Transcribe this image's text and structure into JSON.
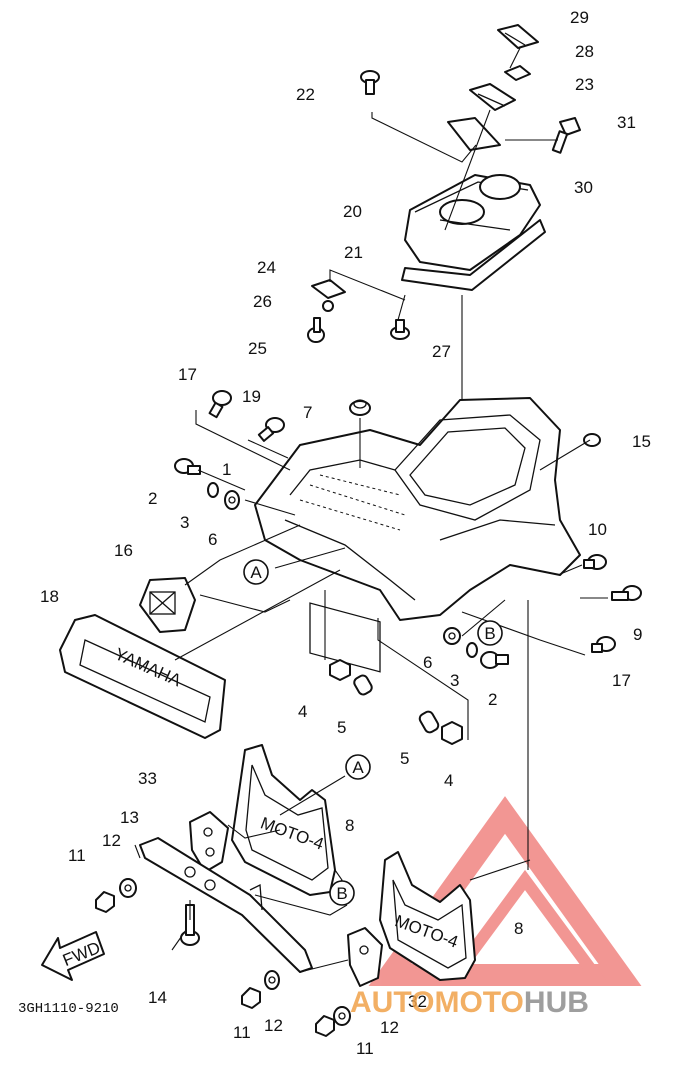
{
  "diagram": {
    "code": "3GH1110-9210",
    "fwd_label": "FWD",
    "emblem_text": "YAMAHA",
    "plate_text": "MOTO-4",
    "plate_text_right": "MOTO-4",
    "callouts": [
      "1",
      "2",
      "2",
      "3",
      "3",
      "4",
      "4",
      "5",
      "5",
      "6",
      "6",
      "7",
      "8",
      "8",
      "9",
      "10",
      "11",
      "11",
      "11",
      "12",
      "12",
      "12",
      "13",
      "14",
      "15",
      "16",
      "17",
      "17",
      "18",
      "19",
      "20",
      "21",
      "22",
      "23",
      "24",
      "25",
      "26",
      "27",
      "28",
      "29",
      "30",
      "31",
      "32",
      "33"
    ],
    "circle_refs": [
      "A",
      "A",
      "B",
      "B"
    ]
  },
  "watermark": {
    "brand_part1": "AUTOMOTO",
    "brand_part2": "HUB",
    "color_red": "#e8413c",
    "color_orange": "#f0a24a",
    "color_gray": "#8e8e8e"
  }
}
